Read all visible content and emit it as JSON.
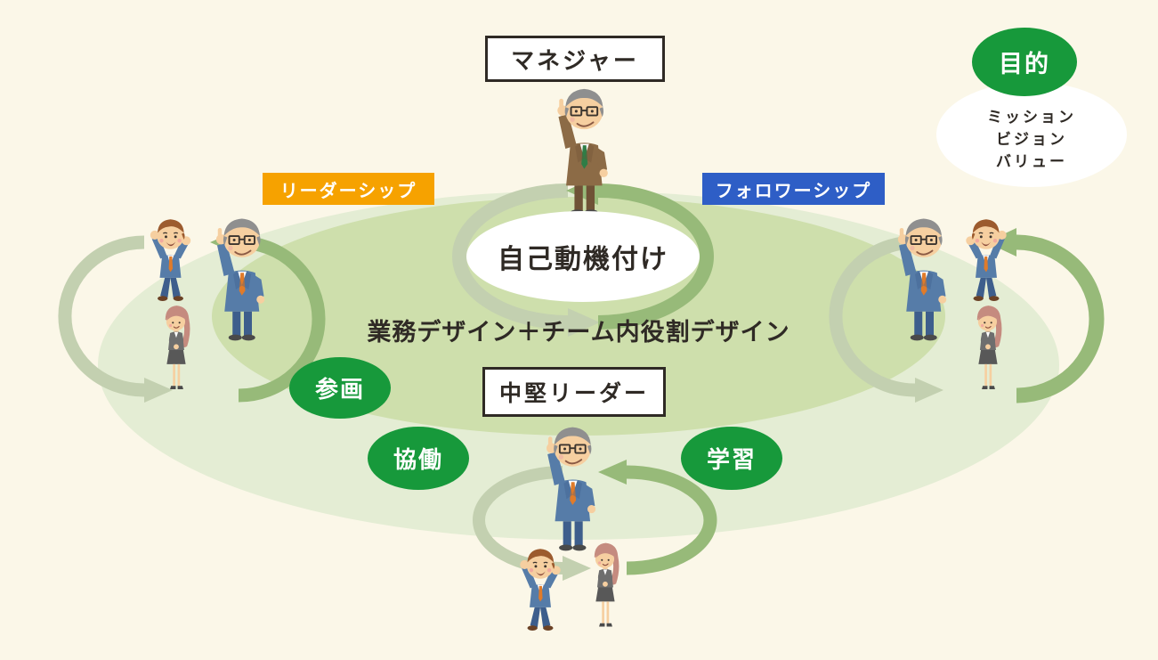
{
  "labels": {
    "manager": "マネジャー",
    "purpose": "目的",
    "purpose_lines": [
      "ミッション",
      "ビジョン",
      "バリュー"
    ],
    "leadership": "リーダーシップ",
    "followership": "フォロワーシップ",
    "self_motivation": "自己動機付け",
    "design_text": "業務デザイン＋チーム内役割デザイン",
    "mid_leader": "中堅リーダー",
    "participation": "参画",
    "collaboration": "協働",
    "learning": "学習"
  },
  "figures": {
    "manager": "senior-man-brown-suit-raised-fist",
    "left_team": [
      "young-man-cheering",
      "senior-man-pointing",
      "businesswoman-standing"
    ],
    "right_team": [
      "senior-man-pointing",
      "young-man-cheering",
      "businesswoman-standing"
    ],
    "bottom_team": [
      "mid-leader-pointing",
      "young-man-cheering",
      "businesswoman-standing"
    ]
  },
  "colors": {
    "background": "#FBF7E8",
    "outer_ellipse": "#E4EDD4",
    "inner_ellipse": "#CEDFAC",
    "green_badge": "#17993B",
    "orange_label": "#F6A200",
    "blue_label": "#2E5EC6",
    "pale_arrow": "#C3D0B0",
    "dark_arrow": "#97BA79",
    "text_dark": "#2F2A25",
    "box_border": "#2F2A25"
  }
}
